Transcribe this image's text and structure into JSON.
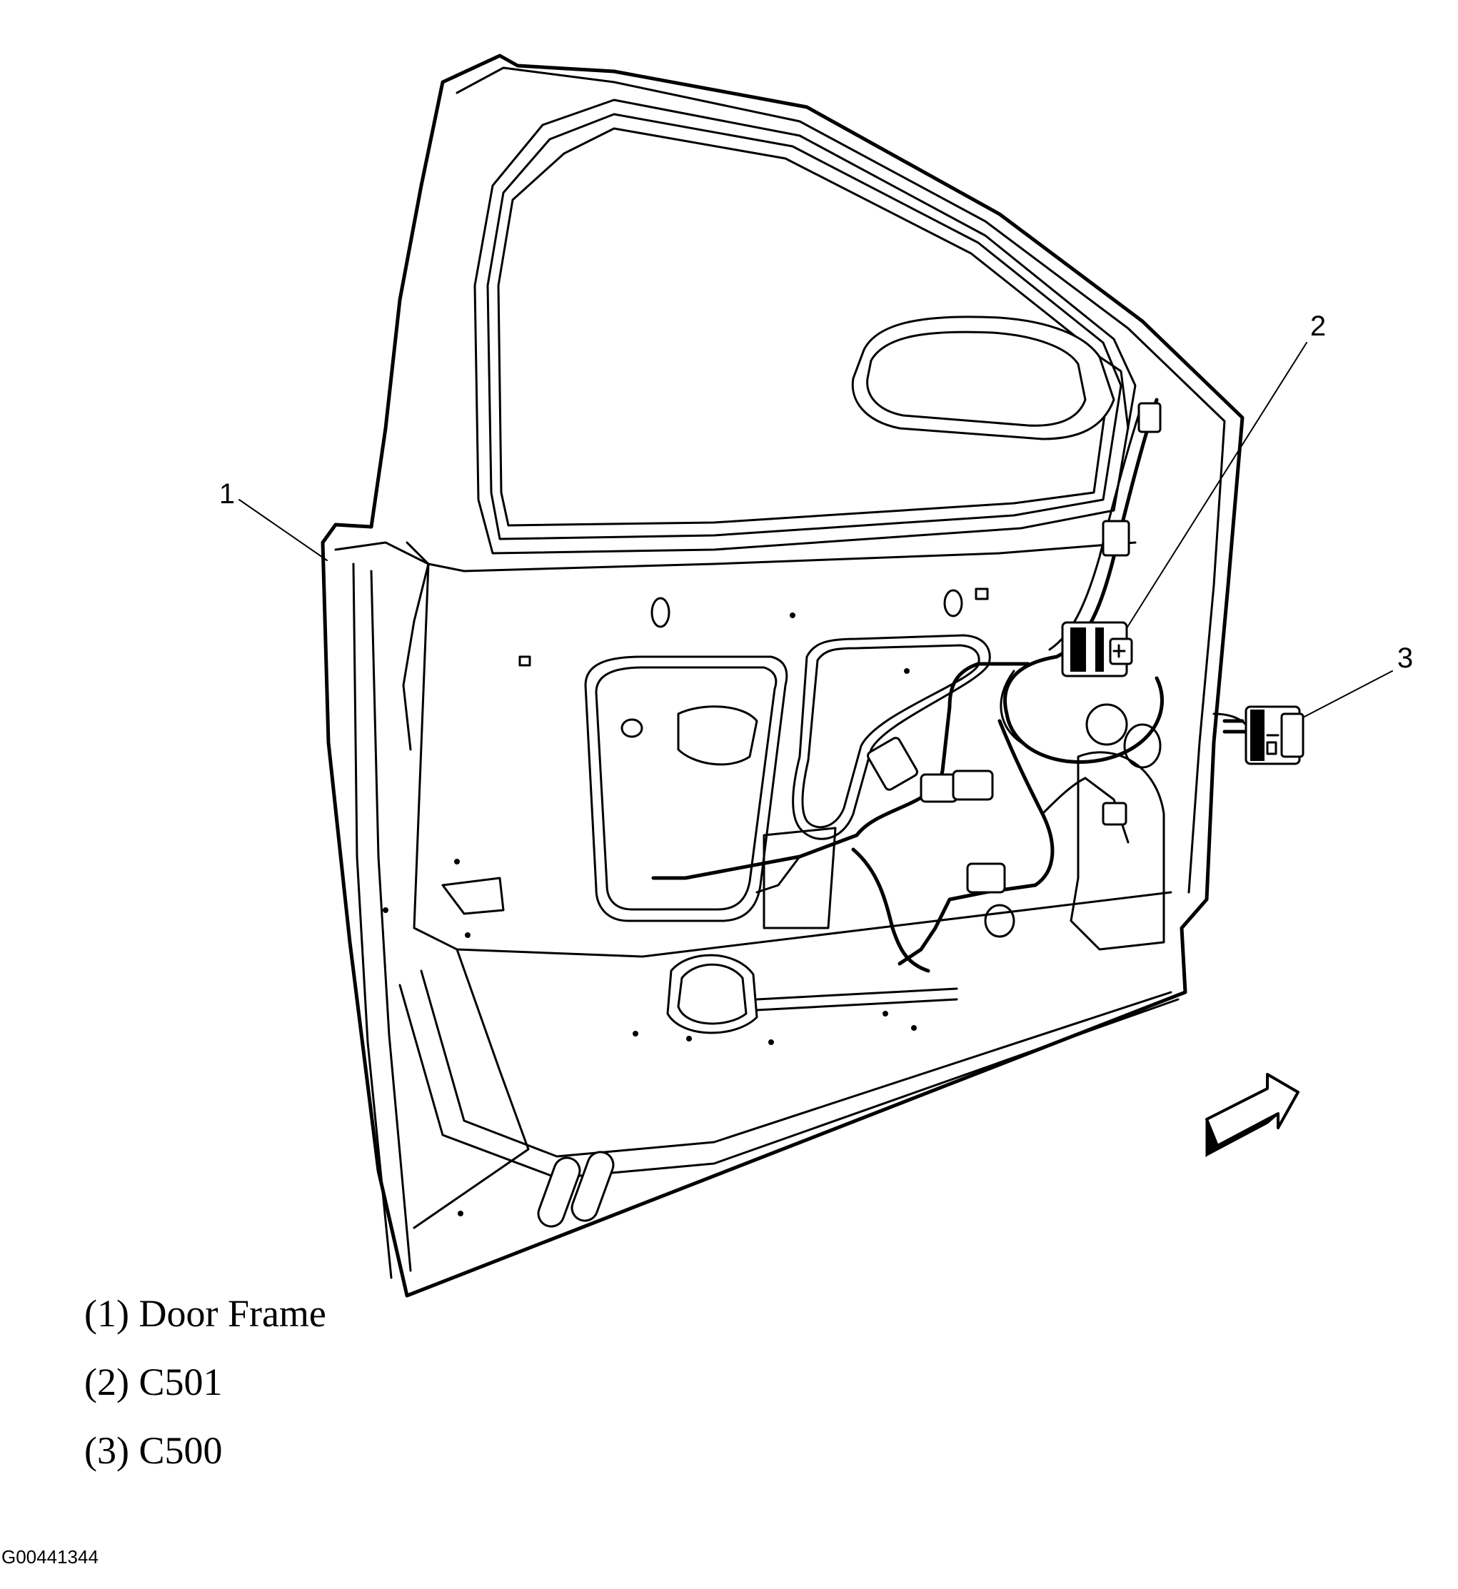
{
  "callouts": [
    {
      "number": "1"
    },
    {
      "number": "2"
    },
    {
      "number": "3"
    }
  ],
  "legend": [
    {
      "text": "(1) Door Frame"
    },
    {
      "text": "(2) C501"
    },
    {
      "text": "(3) C500"
    }
  ],
  "figure_id": "G00441344"
}
